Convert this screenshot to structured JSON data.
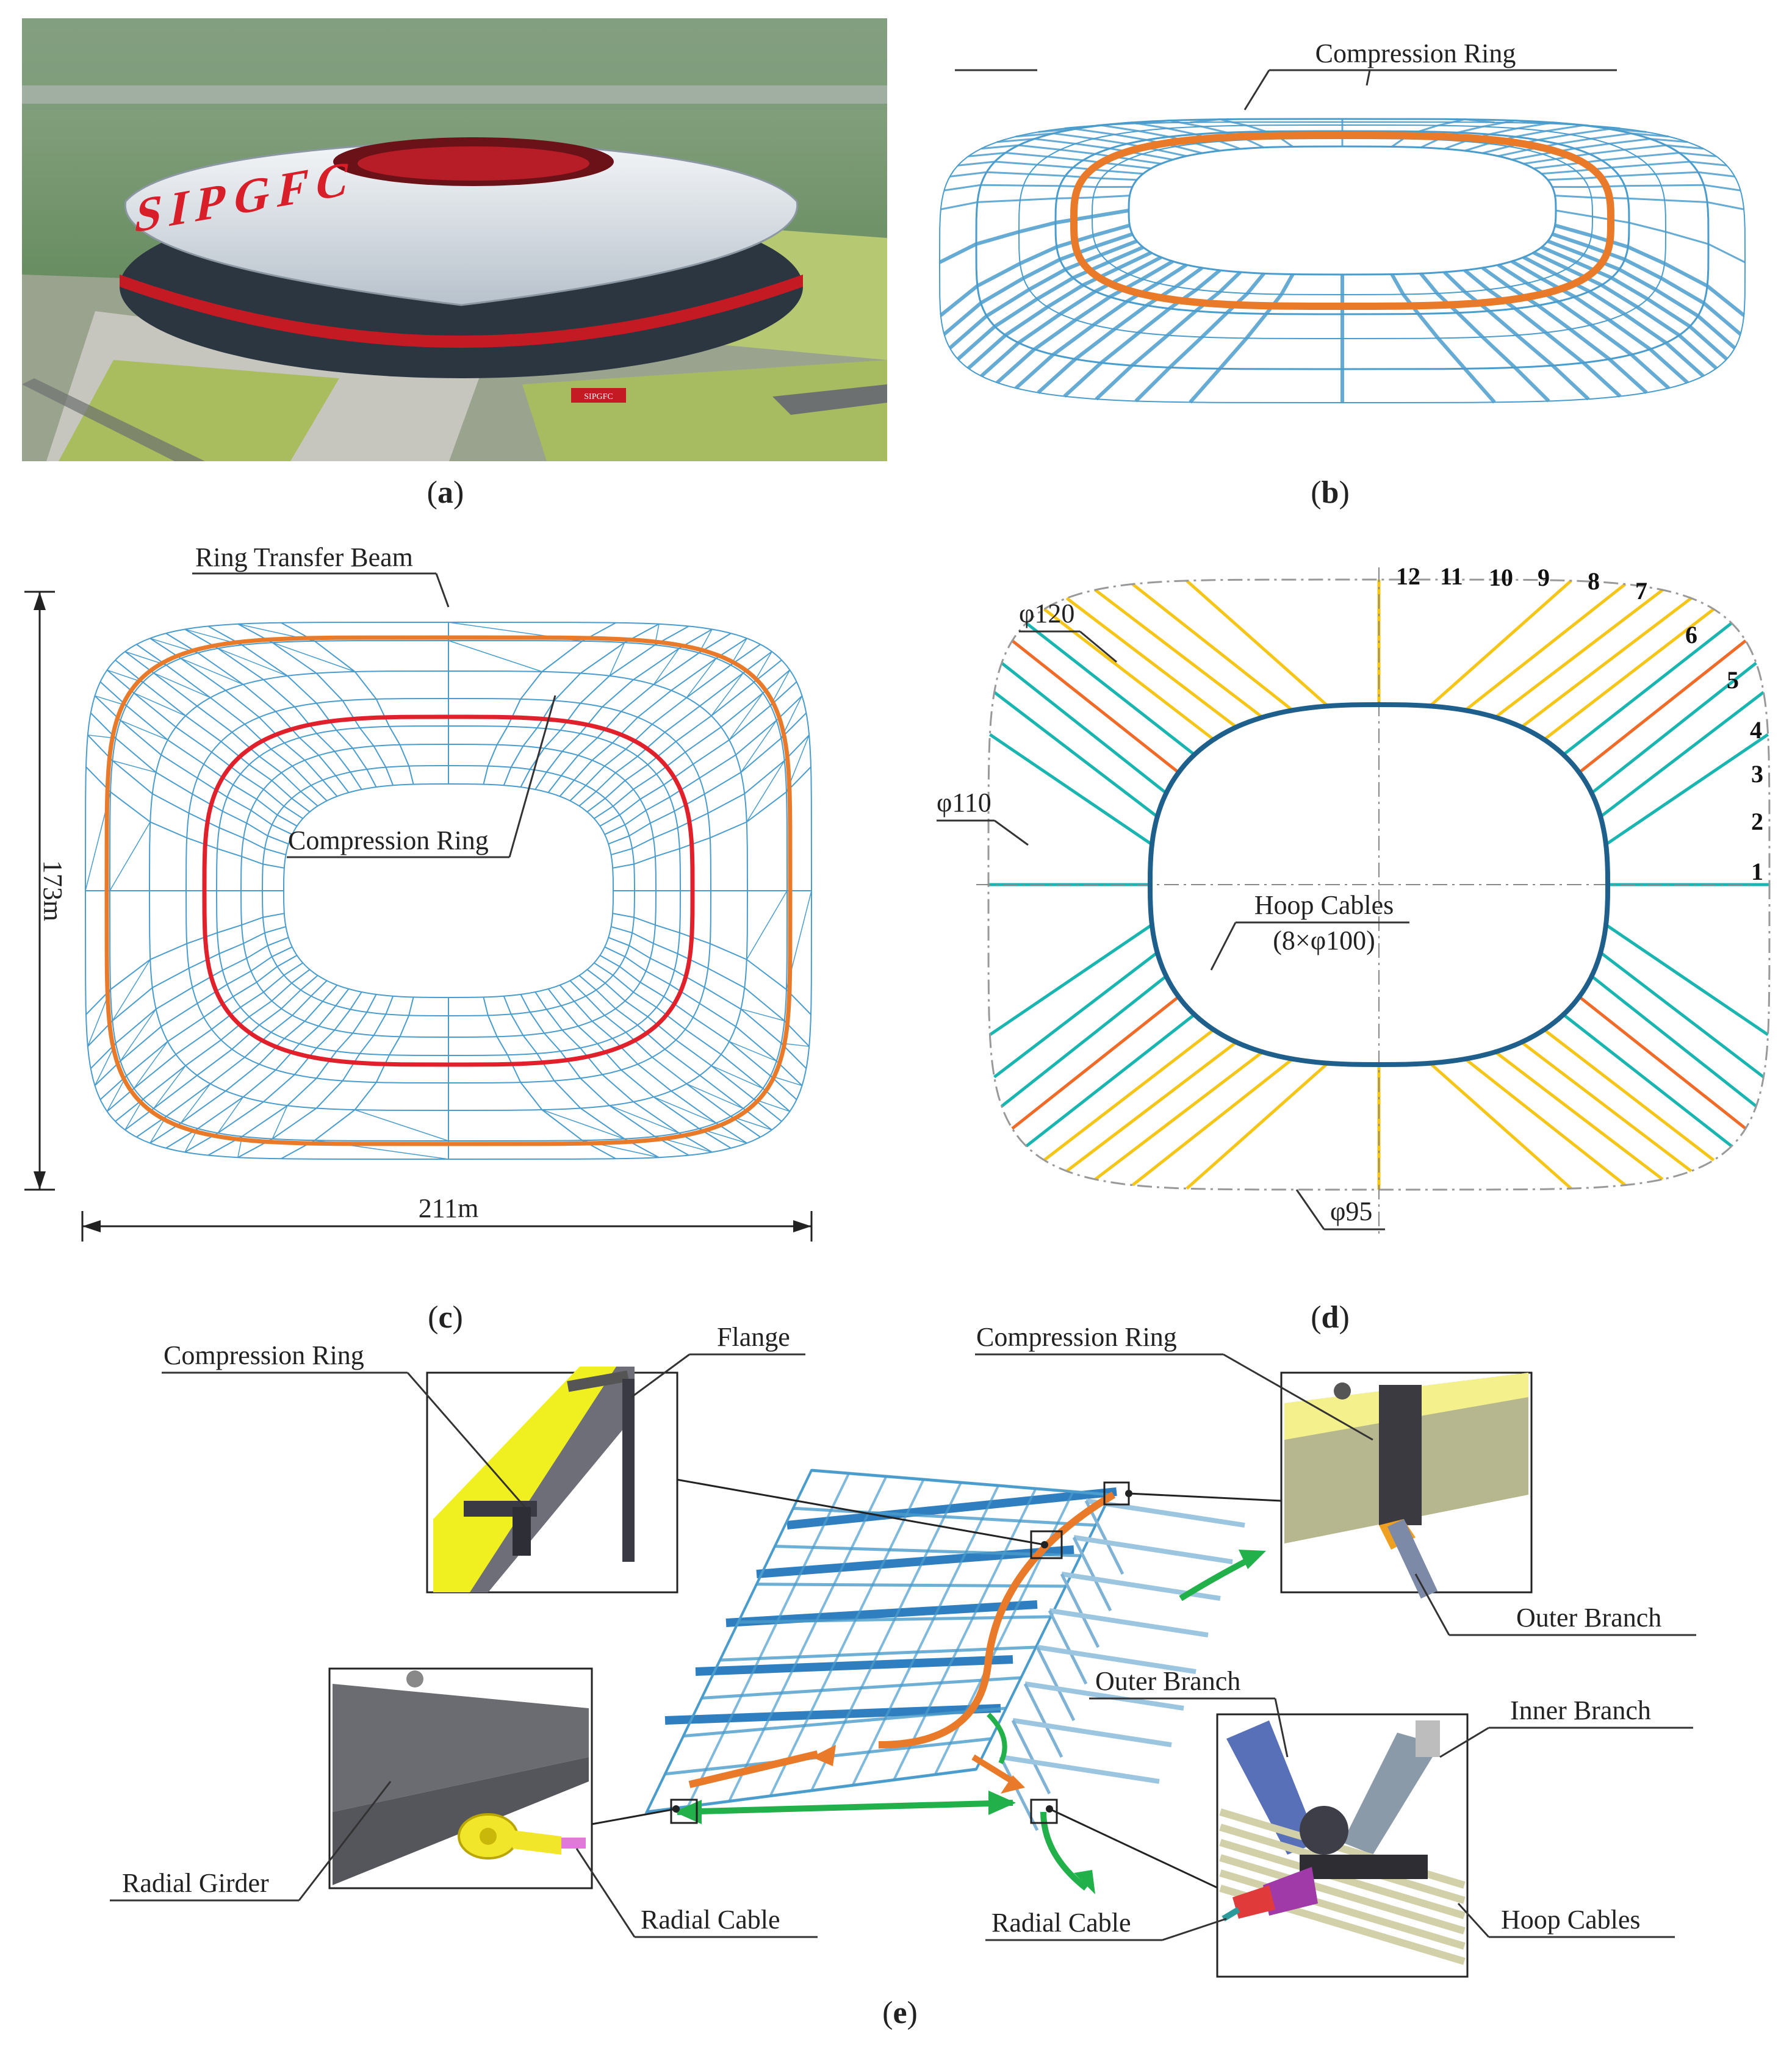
{
  "panels": {
    "a": {
      "caption_letter": "a",
      "banner_text": "SIPGFC",
      "sign_text": "SIPGFC"
    },
    "b": {
      "caption_letter": "b",
      "label_compression_ring": "Compression Ring"
    },
    "c": {
      "caption_letter": "c",
      "label_ring_transfer_beam": "Ring Transfer Beam",
      "label_compression_ring": "Compression Ring",
      "dim_height": "173m",
      "dim_width": "211m"
    },
    "d": {
      "caption_letter": "d",
      "label_phi120": "φ120",
      "label_phi110": "φ110",
      "label_phi95": "φ95",
      "label_hoop_cables": "Hoop Cables",
      "label_hoop_spec": "(8×φ100)",
      "cable_numbers": [
        "12",
        "11",
        "10",
        "9",
        "8",
        "7",
        "6",
        "5",
        "4",
        "3",
        "2",
        "1"
      ]
    },
    "e": {
      "caption_letter": "e",
      "label_compression_ring_left": "Compression Ring",
      "label_flange": "Flange",
      "label_compression_ring_right": "Compression Ring",
      "label_outer_branch_top": "Outer Branch",
      "label_outer_branch_bottom": "Outer Branch",
      "label_inner_branch": "Inner Branch",
      "label_radial_girder": "Radial Girder",
      "label_radial_cable_left": "Radial Cable",
      "label_radial_cable_right": "Radial Cable",
      "label_hoop_cables": "Hoop Cables"
    }
  },
  "colors": {
    "grid_blue": "#4a9ccc",
    "ring_orange": "#e87a2a",
    "ring_red": "#e0202a",
    "cable_teal": "#1ab5b0",
    "cable_yellow": "#f5c518",
    "cable_orange": "#f06a28",
    "arrow_green": "#22b04a",
    "inset_yellow": "#f0f020"
  }
}
